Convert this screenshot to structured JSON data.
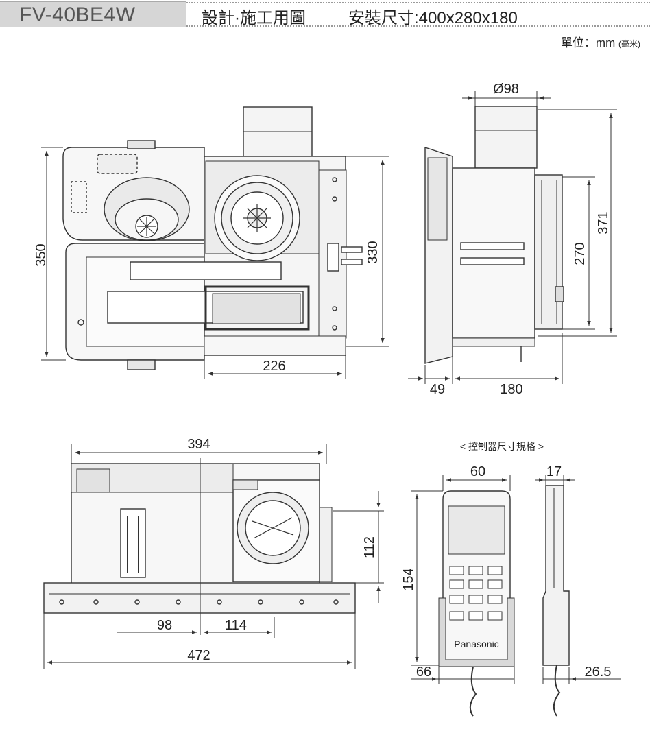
{
  "header": {
    "model": "FV-40BE4W",
    "title": "設計·施工用圖",
    "install_size": "安裝尺寸:400x280x180",
    "unit_label": "單位：mm",
    "unit_note": "(毫米)"
  },
  "dimensions": {
    "front_height_total": "350",
    "front_height_inner": "330",
    "front_width": "226",
    "side_duct_diameter": "Ø98",
    "side_height_total": "371",
    "side_height_inner": "270",
    "side_depth_flange": "49",
    "side_depth_body": "180",
    "bottom_width_top": "394",
    "bottom_width_total": "472",
    "bottom_offset_left": "98",
    "bottom_offset_right": "114",
    "bottom_height": "112"
  },
  "controller": {
    "caption": "< 控制器尺寸規格 >",
    "width": "60",
    "depth": "17",
    "height": "154",
    "base_width": "66",
    "base_depth": "26.5",
    "brand": "Panasonic"
  }
}
